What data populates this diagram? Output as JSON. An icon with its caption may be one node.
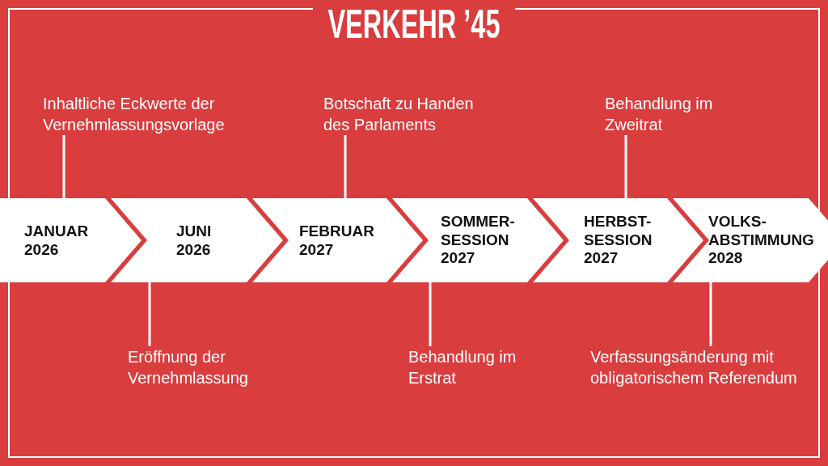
{
  "diagram": {
    "title": "VERKEHR ’45",
    "nodes": [
      {
        "text": [
          "JANUAR 2026"
        ]
      },
      {
        "text": [
          "JUNI 2026"
        ]
      },
      {
        "text": [
          "FEBRUAR 2027"
        ]
      },
      {
        "text": [
          "SOMMER- SESSION 2027"
        ]
      },
      {
        "text": [
          "HERBST- SESSION 2027"
        ]
      },
      {
        "text": [
          "VOLKS- ABSTIMMUNG 2028"
        ]
      },
      {
        "text": [
          "Inhaltliche Eckwerte der Vernehmlassungsvorlage"
        ]
      },
      {
        "text": [
          "Eröffnung der Vernehmlassung"
        ]
      },
      {
        "text": [
          "Botschaft zu Handen des Parlaments"
        ]
      },
      {
        "text": [
          "Behandlung im Erstrat"
        ]
      },
      {
        "text": [
          "Behandlung im Zweitrat"
        ]
      },
      {
        "text": [
          "Verfassungsänderung mit obligatorischem Referendum"
        ]
      }
    ],
    "edges": [
      {
        "from": 6,
        "to": 0,
        "arrow": "none"
      },
      {
        "from": 7,
        "to": 1,
        "arrow": "none"
      },
      {
        "from": 8,
        "to": 2,
        "arrow": "none"
      },
      {
        "from": 9,
        "to": 3,
        "arrow": "none"
      },
      {
        "from": 10,
        "to": 4,
        "arrow": "none"
      },
      {
        "from": 11,
        "to": 5,
        "arrow": "none"
      }
    ]
  }
}
